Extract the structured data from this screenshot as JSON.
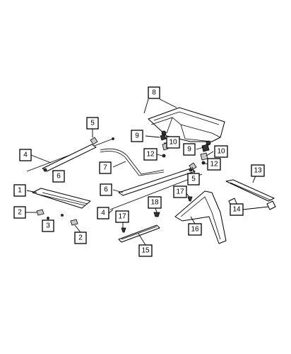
{
  "diagram": {
    "callouts": [
      {
        "id": "c8",
        "label": "8"
      },
      {
        "id": "c5a",
        "label": "5"
      },
      {
        "id": "c9a",
        "label": "9"
      },
      {
        "id": "c10a",
        "label": "10"
      },
      {
        "id": "c4a",
        "label": "4"
      },
      {
        "id": "c12a",
        "label": "12"
      },
      {
        "id": "c9b",
        "label": "9"
      },
      {
        "id": "c10b",
        "label": "10"
      },
      {
        "id": "c7",
        "label": "7"
      },
      {
        "id": "c12b",
        "label": "12"
      },
      {
        "id": "c6a",
        "label": "6"
      },
      {
        "id": "c5b",
        "label": "5"
      },
      {
        "id": "c13",
        "label": "13"
      },
      {
        "id": "c1",
        "label": "1"
      },
      {
        "id": "c6b",
        "label": "6"
      },
      {
        "id": "c17a",
        "label": "17"
      },
      {
        "id": "c18",
        "label": "18"
      },
      {
        "id": "c2a",
        "label": "2"
      },
      {
        "id": "c14",
        "label": "14"
      },
      {
        "id": "c4b",
        "label": "4"
      },
      {
        "id": "c3",
        "label": "3"
      },
      {
        "id": "c17b",
        "label": "17"
      },
      {
        "id": "c16",
        "label": "16"
      },
      {
        "id": "c2b",
        "label": "2"
      },
      {
        "id": "c15",
        "label": "15"
      }
    ]
  }
}
